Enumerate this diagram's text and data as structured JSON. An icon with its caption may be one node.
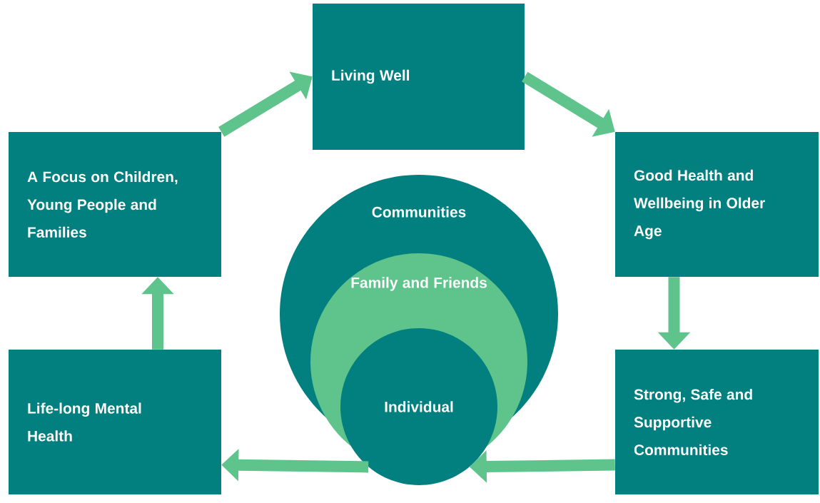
{
  "diagram": {
    "nodes": [
      {
        "text": [
          "Living Well"
        ]
      },
      {
        "text": [
          "Good Health and Wellbeing in Older Age"
        ]
      },
      {
        "text": [
          "Strong, Safe and Supportive Communities"
        ]
      },
      {
        "text": [
          "Life-long Mental Health"
        ]
      },
      {
        "text": [
          "A Focus on Children, Young People and Families"
        ]
      },
      {
        "text": [
          "Communities"
        ]
      },
      {
        "text": [
          "Family and Friends"
        ]
      },
      {
        "text": [
          "Individual"
        ]
      }
    ],
    "edges": [
      {
        "from": 4,
        "to": 0,
        "arrow": "to"
      },
      {
        "from": 0,
        "to": 1,
        "arrow": "to"
      },
      {
        "from": 1,
        "to": 2,
        "arrow": "to"
      },
      {
        "from": 2,
        "to": 7,
        "arrow": "to"
      },
      {
        "from": 7,
        "to": 3,
        "arrow": "to"
      },
      {
        "from": 3,
        "to": 4,
        "arrow": "to"
      }
    ]
  }
}
